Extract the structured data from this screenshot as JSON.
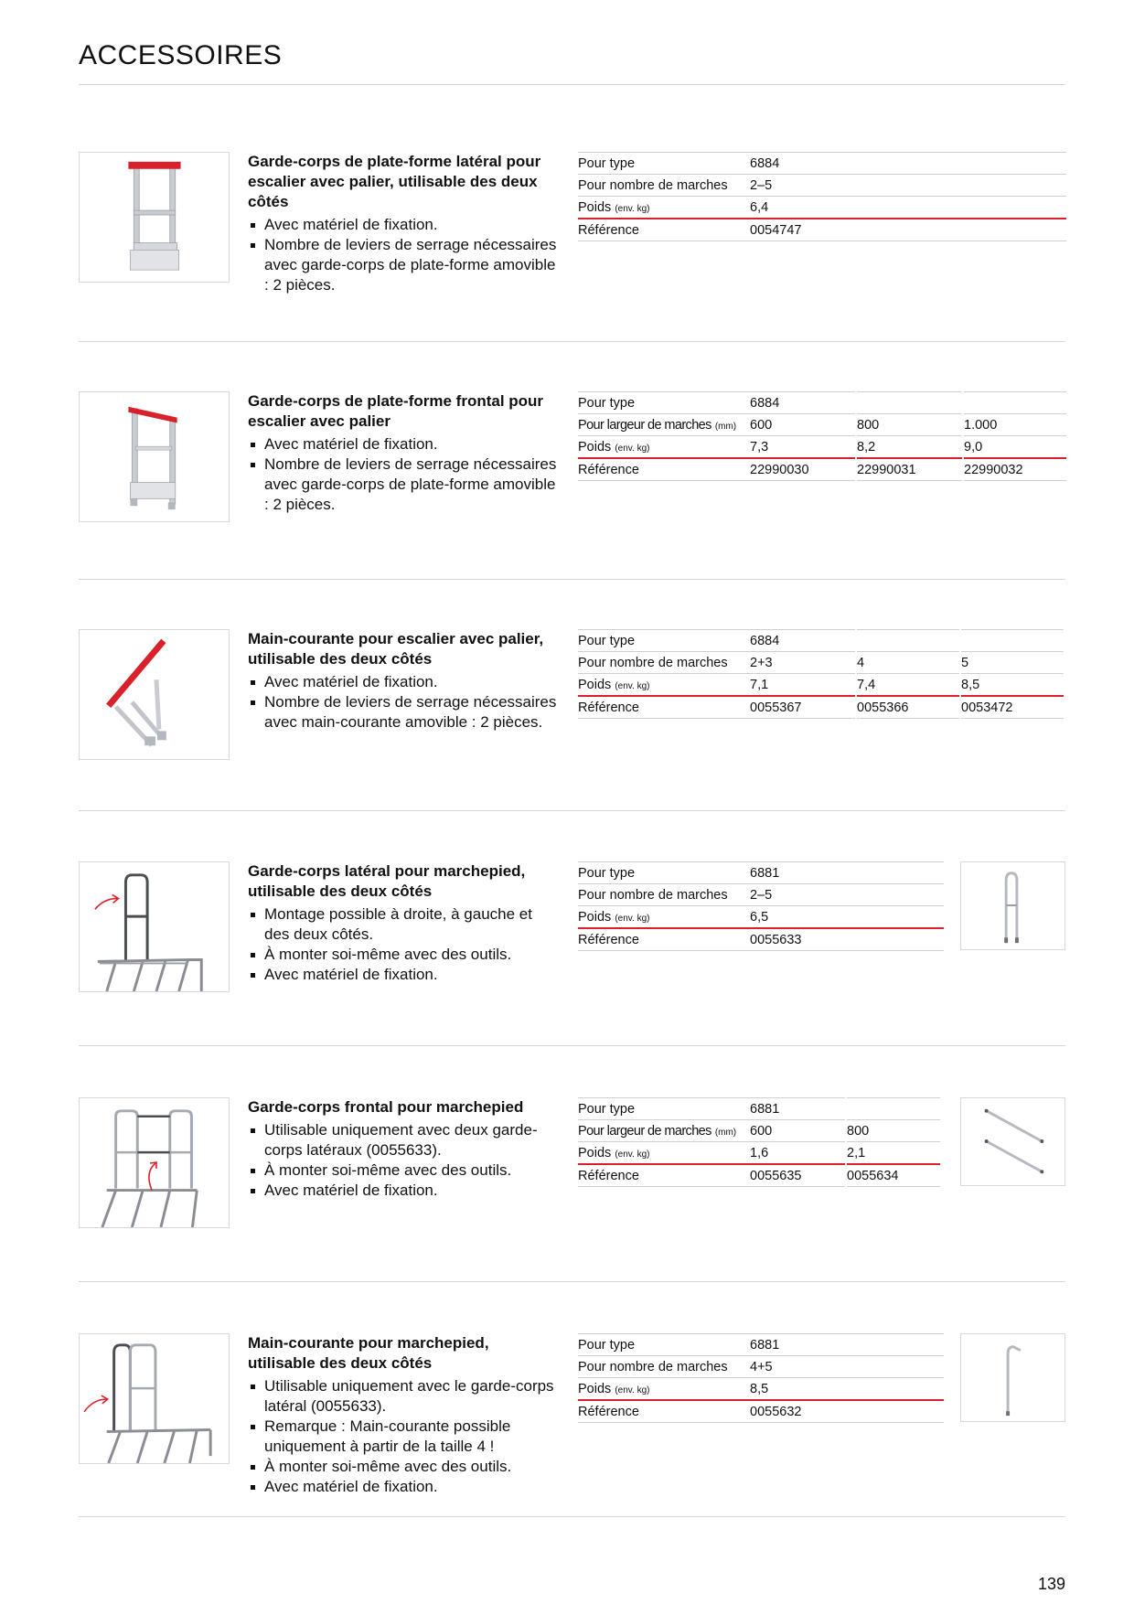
{
  "page": {
    "title": "ACCESSOIRES",
    "number": "139"
  },
  "colors": {
    "accent": "#d9212b",
    "rule": "#d4d4d4"
  },
  "products": [
    {
      "title": "Garde-corps de plate-forme latéral pour escalier avec palier, utilisable des deux côtés",
      "bullets": [
        "Avec matériel de fixation.",
        "Nombre de leviers de serrage nécessaires avec garde-corps de plate-forme amovible : 2 pièces."
      ],
      "image": "side-platform-guardrail-image",
      "rows": [
        {
          "label": "Pour type",
          "values": [
            "6884"
          ]
        },
        {
          "label": "Pour nombre de marches",
          "values": [
            "2–5"
          ]
        },
        {
          "label": "Poids",
          "unit": "(env. kg)",
          "values": [
            "6,4"
          ]
        },
        {
          "label": "Référence",
          "values": [
            "0054747"
          ]
        }
      ]
    },
    {
      "title": "Garde-corps de plate-forme frontal pour escalier avec palier",
      "bullets": [
        "Avec matériel de fixation.",
        "Nombre de leviers de serrage nécessaires avec garde-corps de plate-forme amovible : 2 pièces."
      ],
      "image": "front-platform-guardrail-image",
      "rows": [
        {
          "label": "Pour type",
          "values": [
            "6884",
            "",
            ""
          ]
        },
        {
          "label": "Pour largeur de marches",
          "unit": "(mm)",
          "values": [
            "600",
            "800",
            "1.000"
          ]
        },
        {
          "label": "Poids",
          "unit": "(env. kg)",
          "values": [
            "7,3",
            "8,2",
            "9,0"
          ]
        },
        {
          "label": "Référence",
          "values": [
            "22990030",
            "22990031",
            "22990032"
          ]
        }
      ]
    },
    {
      "title": "Main-courante pour escalier avec palier, utilisable des deux côtés",
      "bullets": [
        "Avec matériel de fixation.",
        "Nombre de leviers de serrage nécessaires avec main-courante amovible : 2 pièces."
      ],
      "image": "stair-handrail-image",
      "rows": [
        {
          "label": "Pour type",
          "values": [
            "6884",
            "",
            ""
          ]
        },
        {
          "label": "Pour nombre de marches",
          "values": [
            "2+3",
            "4",
            "5"
          ]
        },
        {
          "label": "Poids",
          "unit": "(env. kg)",
          "values": [
            "7,1",
            "7,4",
            "8,5"
          ]
        },
        {
          "label": "Référence",
          "values": [
            "0055367",
            "0055366",
            "0053472"
          ]
        }
      ]
    },
    {
      "title": "Garde-corps latéral pour marchepied, utilisable des deux côtés",
      "bullets": [
        "Montage possible à droite, à gauche et des deux côtés.",
        "À monter soi-même avec des outils.",
        "Avec matériel de fixation."
      ],
      "image": "step-side-guardrail-image",
      "rows": [
        {
          "label": "Pour type",
          "values": [
            "6881"
          ]
        },
        {
          "label": "Pour nombre de marches",
          "values": [
            "2–5"
          ]
        },
        {
          "label": "Poids",
          "unit": "(env. kg)",
          "values": [
            "6,5"
          ]
        },
        {
          "label": "Référence",
          "values": [
            "0055633"
          ]
        }
      ]
    },
    {
      "title": "Garde-corps frontal pour marchepied",
      "bullets": [
        "Utilisable uniquement avec deux garde-corps latéraux (0055633).",
        "À monter soi-même avec des outils.",
        "Avec matériel de fixation."
      ],
      "image": "step-front-guardrail-image",
      "rows": [
        {
          "label": "Pour type",
          "values": [
            "6881",
            ""
          ]
        },
        {
          "label": "Pour largeur de marches",
          "unit": "(mm)",
          "values": [
            "600",
            "800"
          ]
        },
        {
          "label": "Poids",
          "unit": "(env. kg)",
          "values": [
            "1,6",
            "2,1"
          ]
        },
        {
          "label": "Référence",
          "values": [
            "0055635",
            "0055634"
          ]
        }
      ]
    },
    {
      "title": "Main-courante pour marchepied, utilisable des deux côtés",
      "bullets": [
        "Utilisable uniquement avec le garde-corps latéral (0055633).",
        "Remarque : Main-courante possible uniquement à partir de la taille 4 !",
        "À monter soi-même avec des outils.",
        "Avec matériel de fixation."
      ],
      "image": "step-handrail-image",
      "rows": [
        {
          "label": "Pour type",
          "values": [
            "6881"
          ]
        },
        {
          "label": "Pour nombre de marches",
          "values": [
            "4+5"
          ]
        },
        {
          "label": "Poids",
          "unit": "(env. kg)",
          "values": [
            "8,5"
          ]
        },
        {
          "label": "Référence",
          "values": [
            "0055632"
          ]
        }
      ]
    }
  ]
}
